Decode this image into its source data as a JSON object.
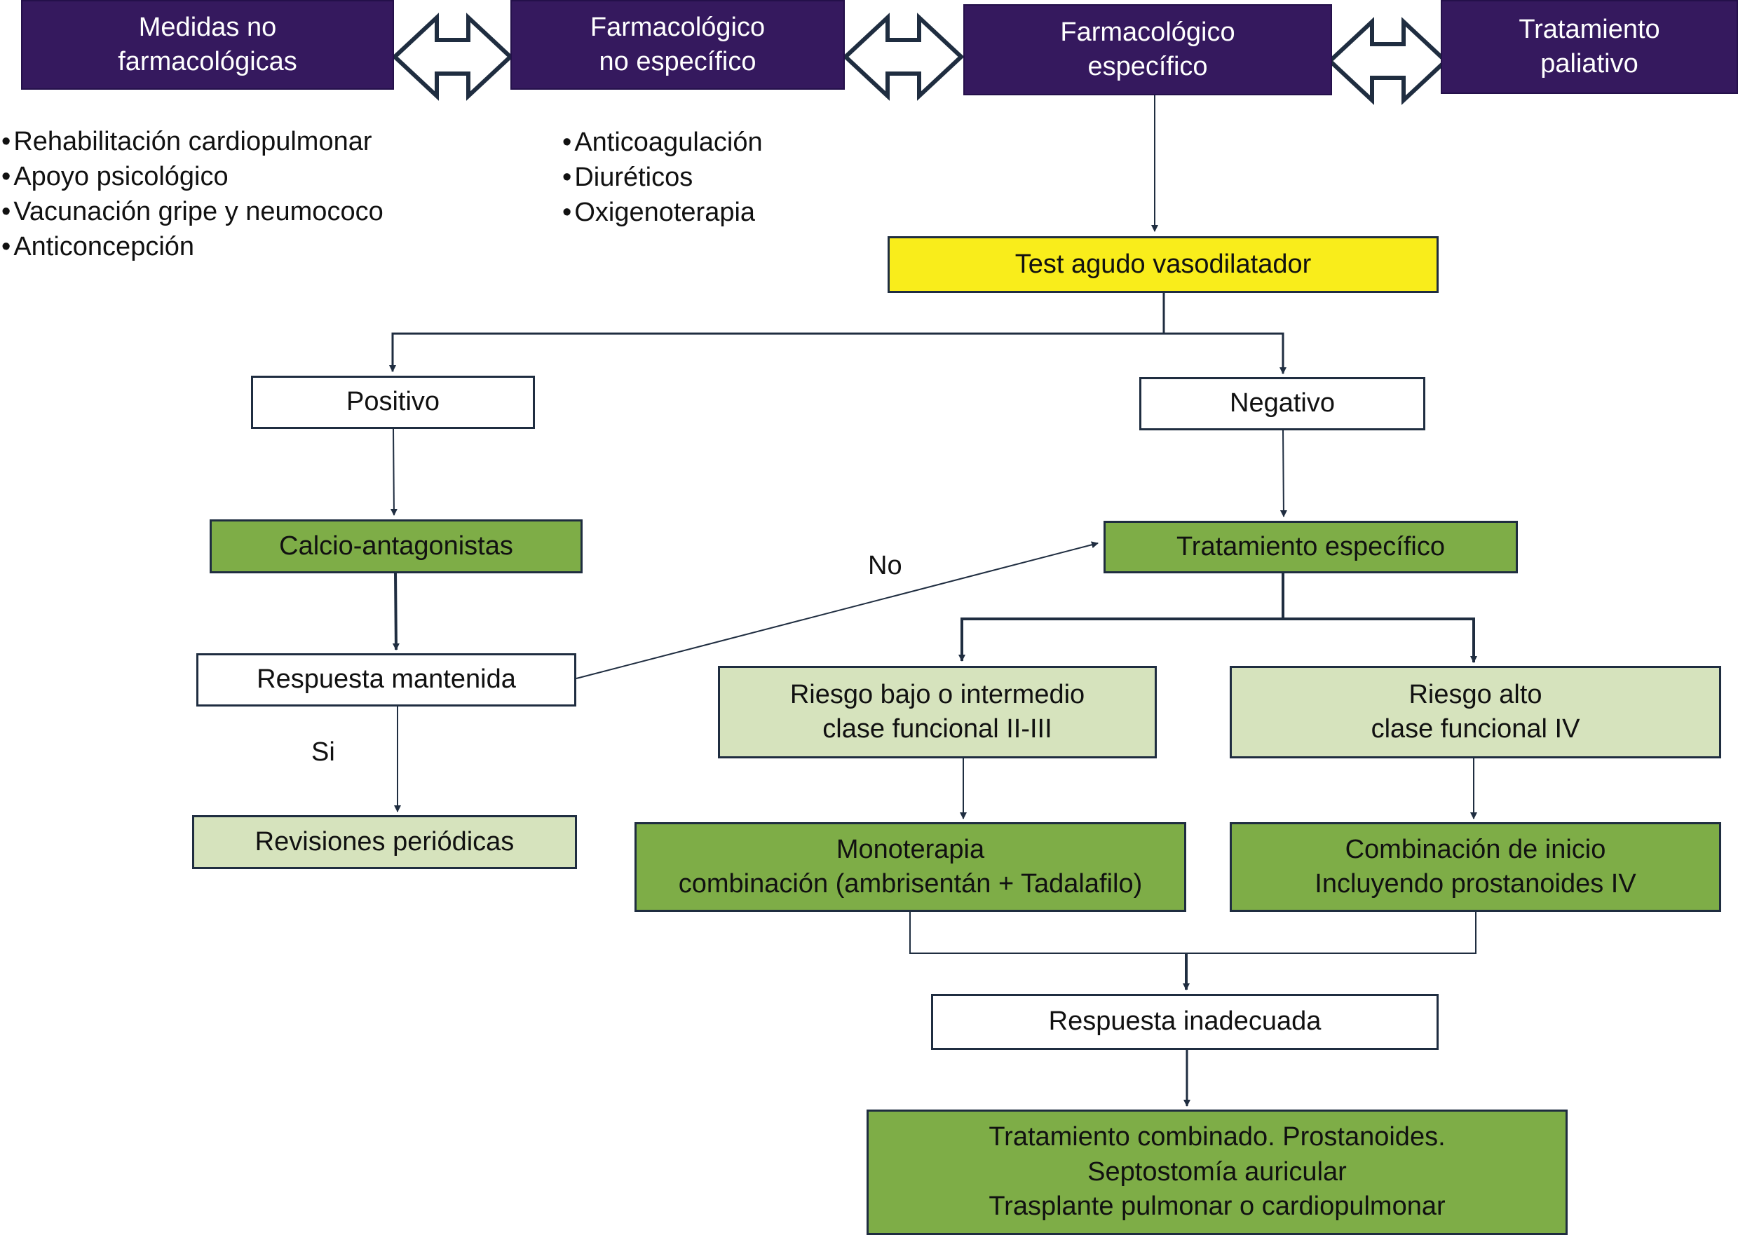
{
  "colors": {
    "header_fill": "#35195e",
    "decision_fill": "#f9ed1b",
    "treatment_fill": "#7ead47",
    "risk_fill": "#d6e3bd",
    "line": "#1f2d40"
  },
  "header": {
    "no_farmacologicas": [
      "Medidas  no",
      "farmacológicas"
    ],
    "farmacologico_no_especifico": [
      "Farmacológico",
      "no específico"
    ],
    "farmacologico_especifico": [
      "Farmacológico",
      "específico"
    ],
    "paliativo": [
      "Tratamiento",
      "paliativo"
    ]
  },
  "lists": {
    "no_farmacologicas": [
      "Rehabilitación cardiopulmonar",
      "Apoyo psicológico",
      "Vacunación gripe y neumococo",
      "Anticoncepción"
    ],
    "no_especifico": [
      "Anticoagulación",
      "Diuréticos",
      "Oxigenoterapia"
    ]
  },
  "nodes": {
    "test_vasodilatador": [
      "Test agudo vasodilatador"
    ],
    "positivo": [
      "Positivo"
    ],
    "negativo": [
      "Negativo"
    ],
    "calcio_antagonistas": [
      "Calcio-antagonistas"
    ],
    "respuesta_mantenida": [
      "Respuesta mantenida"
    ],
    "revisiones": [
      "Revisiones periódicas"
    ],
    "tratamiento_especifico": [
      "Tratamiento específico"
    ],
    "riesgo_bajo": [
      "Riesgo bajo o intermedio",
      "clase funcional II-III"
    ],
    "riesgo_alto": [
      "Riesgo alto",
      "clase funcional IV"
    ],
    "monoterapia": [
      "Monoterapia",
      "combinación  (ambrisentán  + Tadalafilo)"
    ],
    "combinacion_inicio": [
      "Combinación de inicio",
      "Incluyendo prostanoides IV"
    ],
    "respuesta_inadecuada": [
      "Respuesta inadecuada"
    ],
    "tratamiento_combinado": [
      "Tratamiento combinado. Prostanoides.",
      "Septostomía auricular",
      "Trasplante pulmonar o cardiopulmonar"
    ]
  },
  "edge_labels": {
    "no": "No",
    "si": "Si"
  }
}
